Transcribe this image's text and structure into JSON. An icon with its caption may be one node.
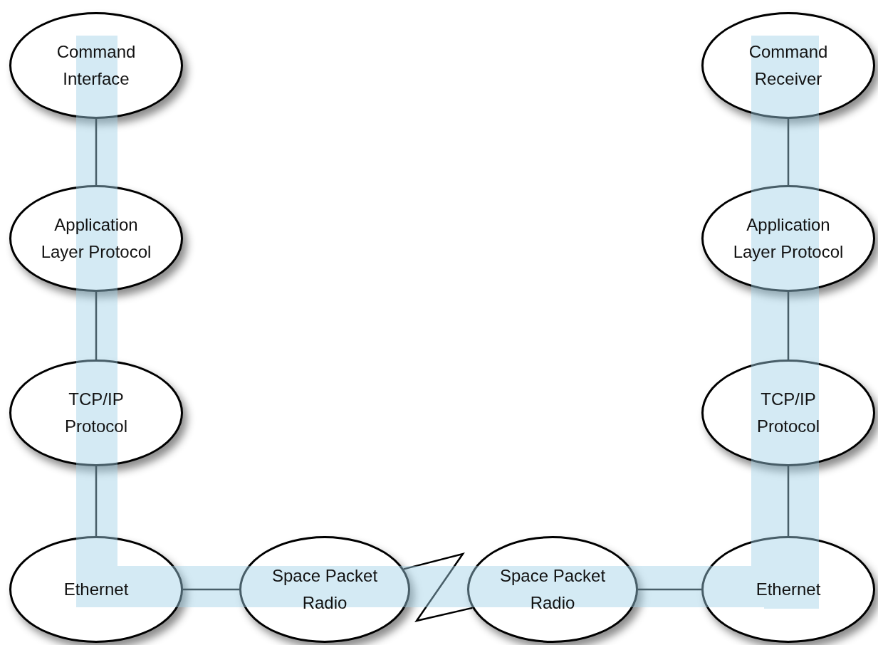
{
  "diagram": {
    "nodes": [
      {
        "text": [
          "Command Interface"
        ]
      },
      {
        "text": [
          "Application Layer Protocol"
        ]
      },
      {
        "text": [
          "TCP/IP Protocol"
        ]
      },
      {
        "text": [
          "Ethernet"
        ]
      },
      {
        "text": [
          "Space Packet Radio"
        ]
      },
      {
        "text": [
          "Space Packet Radio"
        ]
      },
      {
        "text": [
          "Ethernet"
        ]
      },
      {
        "text": [
          "TCP/IP Protocol"
        ]
      },
      {
        "text": [
          "Application Layer Protocol"
        ]
      },
      {
        "text": [
          "Command Receiver"
        ]
      }
    ],
    "edges": [
      {
        "from": 0,
        "to": 1,
        "arrow": "none"
      },
      {
        "from": 1,
        "to": 2,
        "arrow": "none"
      },
      {
        "from": 2,
        "to": 3,
        "arrow": "none"
      },
      {
        "from": 3,
        "to": 4,
        "arrow": "none"
      },
      {
        "from": 4,
        "to": 5,
        "arrow": "none"
      },
      {
        "from": 5,
        "to": 6,
        "arrow": "none"
      },
      {
        "from": 6,
        "to": 7,
        "arrow": "none"
      },
      {
        "from": 7,
        "to": 8,
        "arrow": "none"
      },
      {
        "from": 8,
        "to": 9,
        "arrow": "none"
      }
    ]
  }
}
